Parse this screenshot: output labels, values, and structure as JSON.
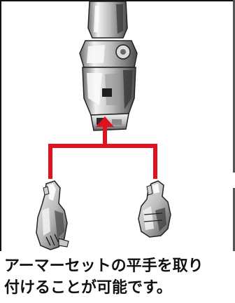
{
  "caption": {
    "line1": "アーマーセットの平手を取り",
    "line2": "付けることが可能です。"
  },
  "colors": {
    "arrow": "#e0121e",
    "text": "#111111",
    "part_light": "#e6e6e6",
    "part_mid": "#a9a9a9",
    "part_dark": "#3c3c3c"
  },
  "icons": {
    "forearm": "robot-forearm-part",
    "hand_left": "open-flat-hand-part",
    "hand_right": "fist-hand-part",
    "connector": "red-branch-arrow"
  }
}
